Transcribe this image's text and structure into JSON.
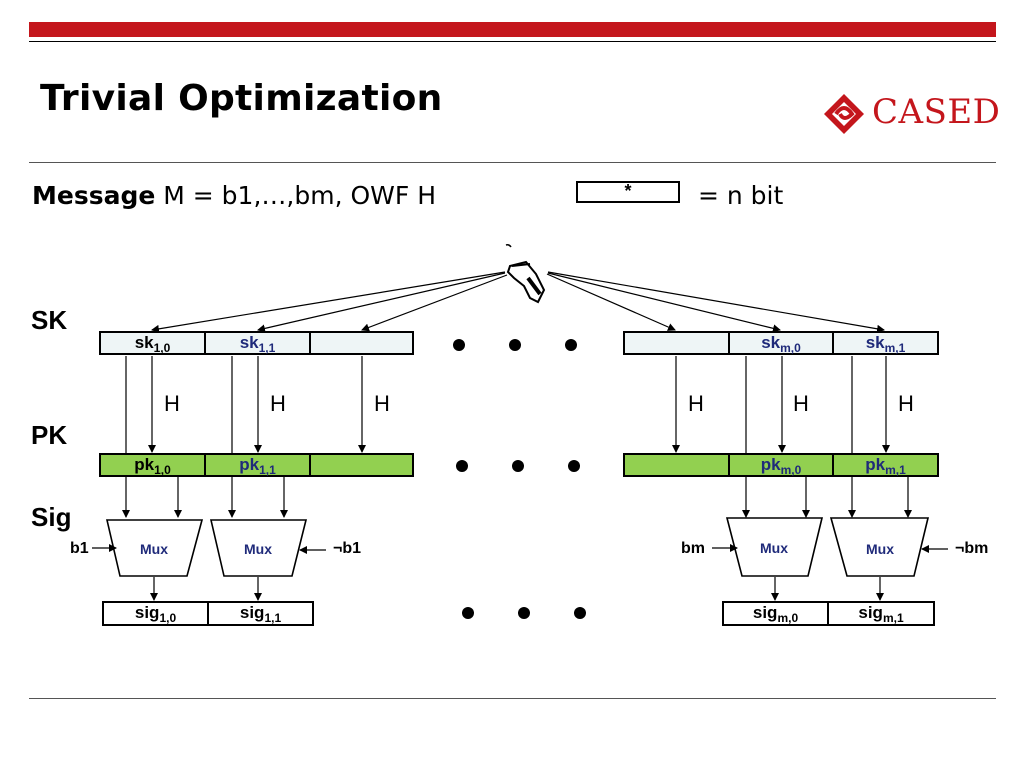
{
  "title": "Trivial Optimization",
  "logo": {
    "text": "CASED",
    "color": "#c4161c"
  },
  "message": {
    "bold": "Message",
    "rest": " M = b1,…,bm, OWF H",
    "block_symbol": "*",
    "block_desc": "= n bit"
  },
  "rows": {
    "sk": "SK",
    "pk": "PK",
    "sig": "Sig"
  },
  "sk_cells": [
    {
      "base": "sk",
      "sub": "1,0",
      "blue": false
    },
    {
      "base": "sk",
      "sub": "1,1",
      "blue": true
    },
    {
      "base": "",
      "sub": "",
      "blue": false
    },
    {
      "base": "",
      "sub": "",
      "blue": false
    },
    {
      "base": "sk",
      "sub": "m,0",
      "blue": true
    },
    {
      "base": "sk",
      "sub": "m,1",
      "blue": true
    }
  ],
  "pk_cells": [
    {
      "base": "pk",
      "sub": "1,0",
      "blue": false
    },
    {
      "base": "pk",
      "sub": "1,1",
      "blue": true
    },
    {
      "base": "",
      "sub": "",
      "blue": false
    },
    {
      "base": "",
      "sub": "",
      "blue": false
    },
    {
      "base": "pk",
      "sub": "m,0",
      "blue": true
    },
    {
      "base": "pk",
      "sub": "m,1",
      "blue": true
    }
  ],
  "sig_cells": [
    {
      "base": "sig",
      "sub": "1,0"
    },
    {
      "base": "sig",
      "sub": "1,1"
    },
    {
      "base": "sig",
      "sub": "m,0"
    },
    {
      "base": "sig",
      "sub": "m,1"
    }
  ],
  "hash_label": "H",
  "mux_label": "Mux",
  "mux_inputs": [
    "b1",
    "¬b1",
    "bm",
    "¬bm"
  ],
  "colors": {
    "sk_fill": "#eef5f6",
    "pk_fill": "#92d050",
    "accent": "#c4161c",
    "sub_blue": "#1f2a7a"
  },
  "icons": [
    "pointing-hand-icon",
    "cased-logo-icon"
  ]
}
